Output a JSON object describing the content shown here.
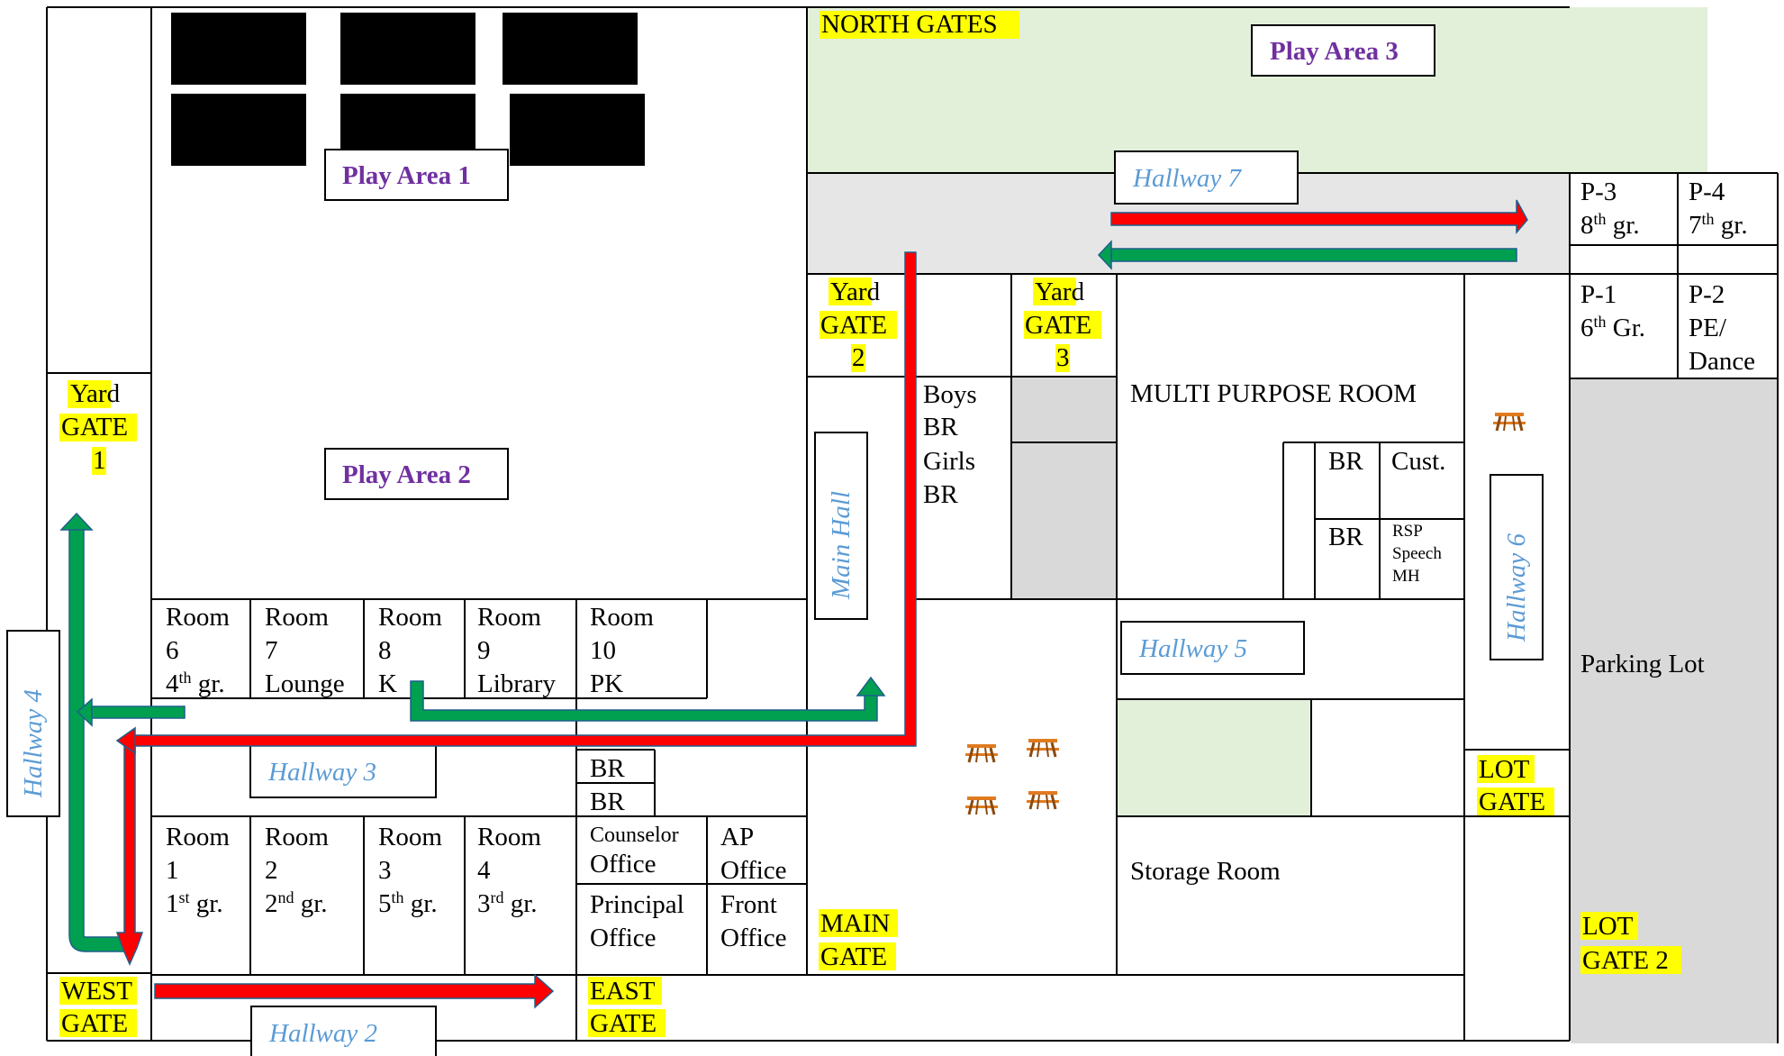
{
  "colors": {
    "highlight": "#ffff00",
    "play_area_text": "#7030a0",
    "hallway_text": "#5b9bd5",
    "green_area": "#e2efd9",
    "gray_area": "#e7e6e6",
    "dark_gray_area": "#d9d9d9",
    "route_red": "#ff0000",
    "route_green": "#00a050",
    "bench": "#e07b20"
  },
  "icons": [
    "basketball-court-icon",
    "picnic-table-icon",
    "route-arrow-red",
    "route-arrow-green"
  ],
  "gates": {
    "north": "NORTH GATES",
    "yard1": [
      "Yard",
      "GATE",
      "1"
    ],
    "yard2": [
      "Yard",
      "GATE",
      "2"
    ],
    "yard3": [
      "Yard",
      "GATE",
      "3"
    ],
    "west": [
      "WEST",
      "GATE"
    ],
    "east": [
      "EAST",
      "GATE"
    ],
    "main": [
      "MAIN",
      "GATE"
    ],
    "lot": [
      "LOT",
      "GATE"
    ],
    "lot2": [
      "LOT",
      "GATE 2"
    ]
  },
  "play_areas": {
    "area1": "Play Area 1",
    "area2": "Play Area 2",
    "area3": "Play Area 3"
  },
  "hallways": {
    "h2": "Hallway 2",
    "h3": "Hallway 3",
    "h4": "Hallway 4",
    "h5": "Hallway 5",
    "h6": "Hallway 6",
    "h7": "Hallway 7",
    "main": "Main Hall"
  },
  "rooms": {
    "r6": [
      "Room",
      "6",
      "4",
      "th",
      " gr."
    ],
    "r7": [
      "Room",
      "7",
      "Lounge"
    ],
    "r8": [
      "Room",
      "8",
      "K"
    ],
    "r9": [
      "Room",
      "9",
      "Library"
    ],
    "r10": [
      "Room",
      "10",
      "PK"
    ],
    "r1": [
      "Room",
      "1",
      "1",
      "st",
      " gr."
    ],
    "r2": [
      "Room",
      "2",
      "2",
      "nd",
      " gr."
    ],
    "r3": [
      "Room",
      "3",
      "5",
      "th",
      " gr."
    ],
    "r4": [
      "Room",
      "4",
      "3",
      "rd",
      " gr."
    ],
    "p3": [
      "P-3",
      "8",
      "th",
      " gr."
    ],
    "p4": [
      "P-4",
      "7",
      "th",
      " gr."
    ],
    "p1": [
      "P-1",
      "6",
      "th",
      " Gr."
    ],
    "p2": [
      "P-2",
      "PE/",
      "Dance"
    ]
  },
  "facilities": {
    "boys_br": [
      "Boys",
      "BR"
    ],
    "girls_br": [
      "Girls",
      "BR"
    ],
    "multipurpose": "MULTI PURPOSE ROOM",
    "br": "BR",
    "cust": "Cust.",
    "rsp": [
      "RSP",
      "Speech",
      "MH"
    ],
    "counselor": [
      "Counselor",
      "Office"
    ],
    "ap": [
      "AP",
      "Office"
    ],
    "principal": [
      "Principal",
      "Office"
    ],
    "front": [
      "Front",
      "Office"
    ],
    "storage": "Storage Room",
    "parking": "Parking Lot"
  }
}
